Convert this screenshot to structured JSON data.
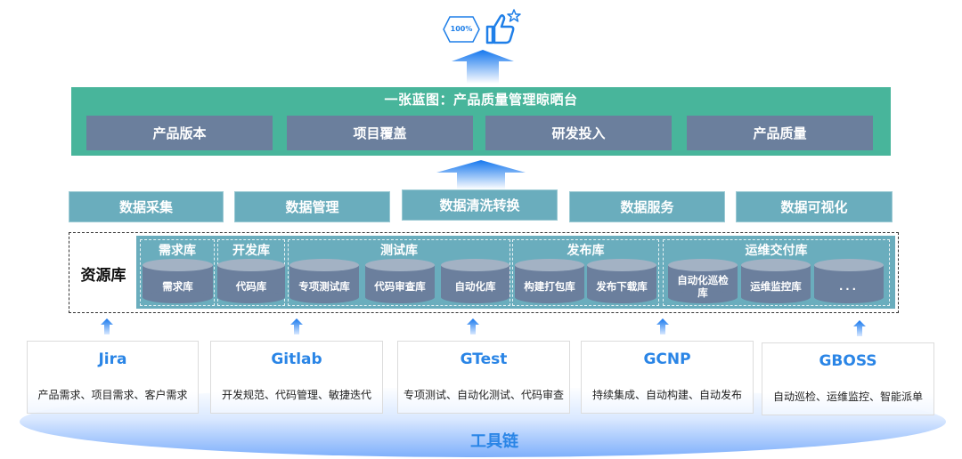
{
  "top_icons": {
    "badge_text": "100%",
    "badge_icon": "hexagon-badge-icon",
    "thumb_icon": "thumbs-up-star-icon"
  },
  "blueprint": {
    "title": "一张蓝图：产品质量管理晾晒台",
    "items": [
      "产品版本",
      "项目覆盖",
      "研发投入",
      "产品质量"
    ]
  },
  "data_layer": {
    "items": [
      "数据采集",
      "数据管理",
      "数据清洗转换",
      "数据服务",
      "数据可视化"
    ]
  },
  "resource": {
    "label": "资源库",
    "groups": [
      {
        "title": "需求库",
        "dbs": [
          "需求库"
        ]
      },
      {
        "title": "开发库",
        "dbs": [
          "代码库"
        ]
      },
      {
        "title": "测试库",
        "dbs": [
          "专项测试库",
          "代码审查库",
          "自动化库"
        ]
      },
      {
        "title": "发布库",
        "dbs": [
          "构建打包库",
          "发布下载库"
        ]
      },
      {
        "title": "运维交付库",
        "dbs": [
          "自动化巡检库",
          "运维监控库",
          "..."
        ]
      }
    ]
  },
  "tools": [
    {
      "name": "Jira",
      "desc": "产品需求、项目需求、客户需求"
    },
    {
      "name": "Gitlab",
      "desc": "开发规范、代码管理、敏捷迭代"
    },
    {
      "name": "GTest",
      "desc": "专项测试、自动化测试、代码审查"
    },
    {
      "name": "GCNP",
      "desc": "持续集成、自动构建、自动发布"
    },
    {
      "name": "GBOSS",
      "desc": "自动巡检、运维监控、智能派单"
    }
  ],
  "toolchain": {
    "label": "工具链"
  },
  "colors": {
    "blueprint_bg": "#48b59b",
    "blueprint_item": "#6b7f9d",
    "data_item": "#6aadbd",
    "cylinder_body": "#6b7f9d",
    "cylinder_top": "#a3b2c4",
    "accent_blue": "#2a85e6"
  }
}
